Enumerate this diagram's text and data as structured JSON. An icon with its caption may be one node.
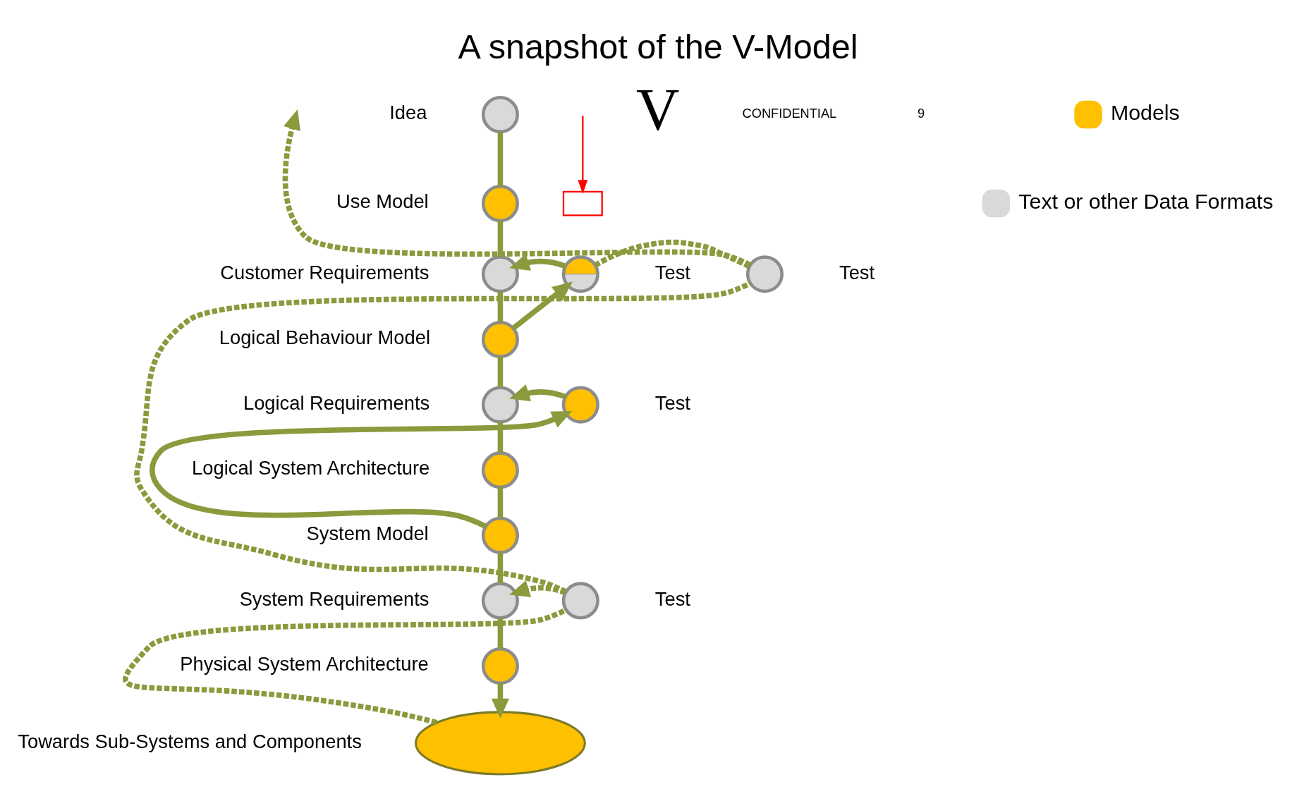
{
  "diagram": {
    "title": "A snapshot of the V-Model",
    "nodes": [
      {
        "text": [],
        "shape": "circle",
        "beside": [
          "Idea"
        ]
      },
      {
        "text": [],
        "shape": "circle",
        "beside": [
          "Use Model"
        ]
      },
      {
        "text": [],
        "shape": "circle",
        "beside": [
          "Customer Requirements"
        ]
      },
      {
        "text": [],
        "shape": "circle",
        "beside": [
          "Logical Behaviour Model"
        ]
      },
      {
        "text": [],
        "shape": "circle",
        "beside": [
          "Logical Requirements"
        ]
      },
      {
        "text": [],
        "shape": "circle",
        "beside": [
          "Logical System Architecture"
        ]
      },
      {
        "text": [],
        "shape": "circle",
        "beside": [
          "System Model"
        ]
      },
      {
        "text": [],
        "shape": "circle",
        "beside": [
          "System Requirements"
        ]
      },
      {
        "text": [],
        "shape": "circle",
        "beside": [
          "Physical System Architecture"
        ]
      },
      {
        "text": [],
        "shape": "cloud",
        "beside": [
          "Towards Sub-Systems and Components"
        ]
      },
      {
        "text": [],
        "shape": "circle",
        "beside": [
          "Test"
        ]
      },
      {
        "text": [],
        "shape": "circle",
        "beside": [
          "Test"
        ]
      },
      {
        "text": [],
        "shape": "circle",
        "beside": [
          "Test"
        ]
      },
      {
        "text": [],
        "shape": "circle",
        "beside": [
          "Test"
        ]
      },
      {
        "text": [],
        "shape": "box"
      }
    ],
    "edges": [
      {
        "from": 0,
        "to": 1,
        "arrow": "none"
      },
      {
        "from": 1,
        "to": 2,
        "arrow": "none"
      },
      {
        "from": 2,
        "to": 3,
        "arrow": "none"
      },
      {
        "from": 3,
        "to": 4,
        "arrow": "none"
      },
      {
        "from": 4,
        "to": 5,
        "arrow": "none"
      },
      {
        "from": 5,
        "to": 6,
        "arrow": "none"
      },
      {
        "from": 6,
        "to": 7,
        "arrow": "none"
      },
      {
        "from": 7,
        "to": 8,
        "arrow": "none"
      },
      {
        "from": 8,
        "to": 9,
        "arrow": "to"
      },
      {
        "from": 10,
        "to": 2,
        "arrow": "to"
      },
      {
        "from": 3,
        "to": 10,
        "arrow": "to"
      },
      {
        "from": 11,
        "to": 4,
        "arrow": "to"
      },
      {
        "from": 6,
        "to": 11,
        "arrow": "to"
      },
      {
        "from": 12,
        "to": 10,
        "arrow": "none",
        "style": "dashed"
      },
      {
        "from": 13,
        "to": 7,
        "arrow": "to",
        "style": "dashed"
      },
      {
        "from": 9,
        "to": 13,
        "arrow": "none",
        "style": "dashed"
      },
      {
        "from": 13,
        "to": 12,
        "arrow": "none",
        "style": "dashed"
      },
      {
        "from": 12,
        "to": null,
        "arrow": "to",
        "style": "dashed"
      },
      {
        "from": null,
        "to": 14,
        "arrow": "to",
        "color": "#ff0000"
      }
    ],
    "labels": [
      "V",
      "CONFIDENTIAL",
      "9"
    ],
    "legend": [
      {
        "text": "Models",
        "color": "#ffc000"
      },
      {
        "text": "Text or other Data Formats",
        "color": "#d9d9d9"
      }
    ]
  }
}
